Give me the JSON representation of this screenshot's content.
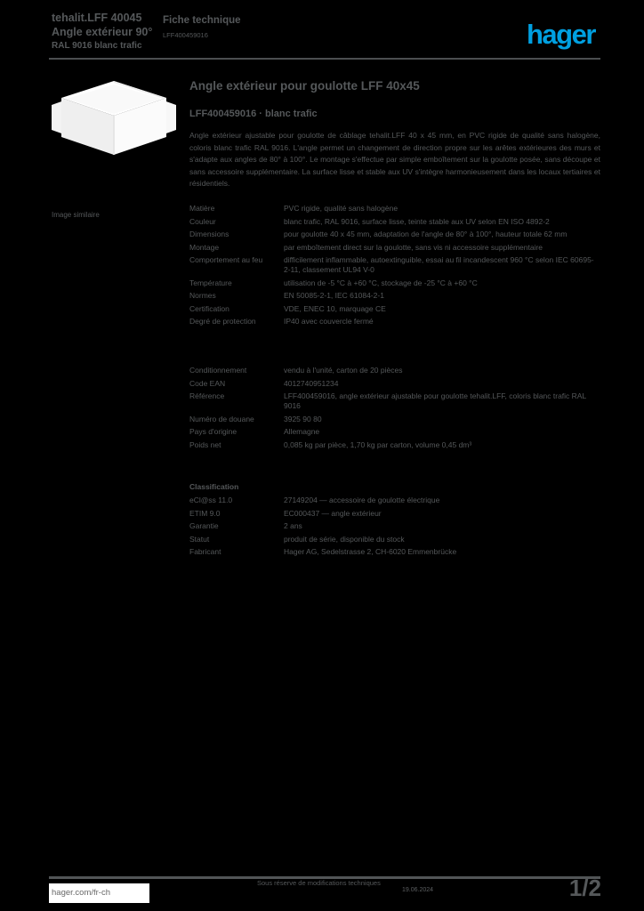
{
  "colors": {
    "background": "#000000",
    "text": "#55585a",
    "logo_blue": "#00a0e1",
    "rule": "#4b4e50"
  },
  "header": {
    "title_lines": [
      "tehalit.LFF 40045",
      "Angle extérieur 90°",
      "RAL 9016 blanc trafic"
    ],
    "right_line1": "Fiche technique",
    "right_line2": "LFF400459016",
    "logo": "hager"
  },
  "product": {
    "image_label": "Image similaire",
    "title": "Angle extérieur pour goulotte LFF 40x45",
    "subtitle": "LFF400459016 · blanc trafic",
    "description": "Angle extérieur ajustable pour goulotte de câblage tehalit.LFF 40 x 45 mm, en PVC rigide de qualité sans halogène, coloris blanc trafic RAL 9016. L'angle permet un changement de direction propre sur les arêtes extérieures des murs et s'adapte aux angles de 80° à 100°. Le montage s'effectue par simple emboîtement sur la goulotte posée, sans découpe et sans accessoire supplémentaire. La surface lisse et stable aux UV s'intègre harmonieusement dans les locaux tertiaires et résidentiels."
  },
  "specs": {
    "sections": [
      {
        "rows": [
          {
            "label": "Matière",
            "value": "PVC rigide, qualité sans halogène"
          },
          {
            "label": "Couleur",
            "value": "blanc trafic, RAL 9016, surface lisse, teinte stable aux UV selon EN ISO 4892-2"
          },
          {
            "label": "Dimensions",
            "value": "pour goulotte 40 x 45 mm, adaptation de l'angle de 80° à 100°, hauteur totale 62 mm"
          },
          {
            "label": "Montage",
            "value": "par emboîtement direct sur la goulotte, sans vis ni accessoire supplémentaire"
          },
          {
            "label": "Comportement au feu",
            "value": "difficilement inflammable, autoextinguible, essai au fil incandescent 960 °C selon IEC 60695-2-11, classement UL94 V-0"
          },
          {
            "label": "Température",
            "value": "utilisation de -5 °C à +60 °C, stockage de -25 °C à +60 °C"
          },
          {
            "label": "Normes",
            "value": "EN 50085-2-1, IEC 61084-2-1"
          },
          {
            "label": "Certification",
            "value": "VDE, ENEC 10, marquage CE"
          },
          {
            "label": "Degré de protection",
            "value": "IP40 avec couvercle fermé"
          }
        ]
      },
      {
        "rows": [
          {
            "label": "Conditionnement",
            "value": "vendu à l'unité, carton de 20 pièces"
          },
          {
            "label": "Code EAN",
            "value": "4012740951234"
          },
          {
            "label": "Référence",
            "value": "LFF400459016, angle extérieur ajustable pour goulotte tehalit.LFF, coloris blanc trafic RAL 9016"
          },
          {
            "label": "Numéro de douane",
            "value": "3925 90 80"
          },
          {
            "label": "Pays d'origine",
            "value": "Allemagne"
          },
          {
            "label": "Poids net",
            "value": "0,085 kg par pièce, 1,70 kg par carton, volume 0,45 dm³"
          }
        ]
      },
      {
        "heading": "Classification",
        "rows": [
          {
            "label": "eCl@ss 11.0",
            "value": "27149204 — accessoire de goulotte électrique"
          },
          {
            "label": "ETIM 9.0",
            "value": "EC000437 — angle extérieur"
          },
          {
            "label": "Garantie",
            "value": "2 ans"
          },
          {
            "label": "Statut",
            "value": "produit de série, disponible du stock"
          },
          {
            "label": "Fabricant",
            "value": "Hager AG, Sedelstrasse 2, CH-6020 Emmenbrücke"
          }
        ]
      }
    ]
  },
  "footer": {
    "website": "hager.com/fr-ch",
    "note": "Sous réserve de modifications techniques",
    "date": "19.06.2024",
    "page": "1/2"
  }
}
